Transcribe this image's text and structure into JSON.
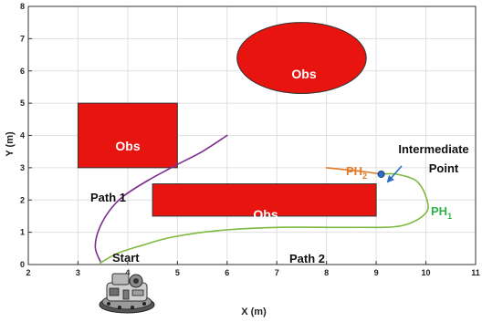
{
  "chart_data": {
    "type": "line",
    "xlabel": "X (m)",
    "ylabel": "Y (m)",
    "xlim": [
      2,
      11
    ],
    "ylim": [
      0,
      8
    ],
    "xticks": [
      2,
      3,
      4,
      5,
      6,
      7,
      8,
      9,
      10,
      11
    ],
    "yticks": [
      0,
      1,
      2,
      3,
      4,
      5,
      6,
      7,
      8
    ],
    "grid": true,
    "obstacles": [
      {
        "shape": "rect",
        "label": "Obs",
        "x": [
          3,
          5
        ],
        "y": [
          3,
          5
        ]
      },
      {
        "shape": "rect",
        "label": "Obs",
        "x": [
          4.5,
          9
        ],
        "y": [
          1.5,
          2.5
        ]
      },
      {
        "shape": "ellipse",
        "label": "Obs",
        "cx": 7.5,
        "cy": 6.4,
        "rx": 1.3,
        "ry": 1.1
      }
    ],
    "series": [
      {
        "name": "Path 1",
        "color": "#7B2D8E",
        "points": [
          [
            3.45,
            0.1
          ],
          [
            3.35,
            0.5
          ],
          [
            3.4,
            1.0
          ],
          [
            3.6,
            1.6
          ],
          [
            3.9,
            2.1
          ],
          [
            4.4,
            2.6
          ],
          [
            5.0,
            3.1
          ],
          [
            5.5,
            3.5
          ],
          [
            6.0,
            4.0
          ]
        ]
      },
      {
        "name": "Path 2",
        "color": "#7DB93E",
        "points": [
          [
            3.45,
            0.05
          ],
          [
            3.8,
            0.35
          ],
          [
            4.3,
            0.6
          ],
          [
            4.9,
            0.85
          ],
          [
            5.8,
            1.05
          ],
          [
            7.0,
            1.15
          ],
          [
            8.5,
            1.15
          ],
          [
            9.5,
            1.2
          ],
          [
            10.0,
            1.6
          ],
          [
            10.0,
            2.1
          ],
          [
            9.8,
            2.6
          ],
          [
            9.4,
            2.8
          ],
          [
            9.1,
            2.8
          ]
        ]
      },
      {
        "name": "PH2",
        "color": "#E07A2B",
        "points": [
          [
            8.0,
            3.0
          ],
          [
            8.5,
            2.92
          ],
          [
            8.8,
            2.87
          ],
          [
            9.1,
            2.8
          ]
        ]
      }
    ],
    "intermediate_point": {
      "x": 9.1,
      "y": 2.8,
      "color": "#2A6FC9"
    },
    "annotations": {
      "obs": "Obs",
      "path1": "Path 1",
      "path2": "Path 2",
      "start": "Start",
      "ph1_main": "PH",
      "ph1_sub": "1",
      "ph2_main": "PH",
      "ph2_sub": "2",
      "intermediate_line1": "Intermediate",
      "intermediate_line2": "Point"
    },
    "colors": {
      "obstacle": "#E8140F",
      "path1": "#7B2D8E",
      "path2": "#7DB93E",
      "ph2": "#E07A2B",
      "intermediate": "#2A6FC9",
      "grid": "#E0E0E0"
    },
    "robot_icon": "robot-icon"
  }
}
